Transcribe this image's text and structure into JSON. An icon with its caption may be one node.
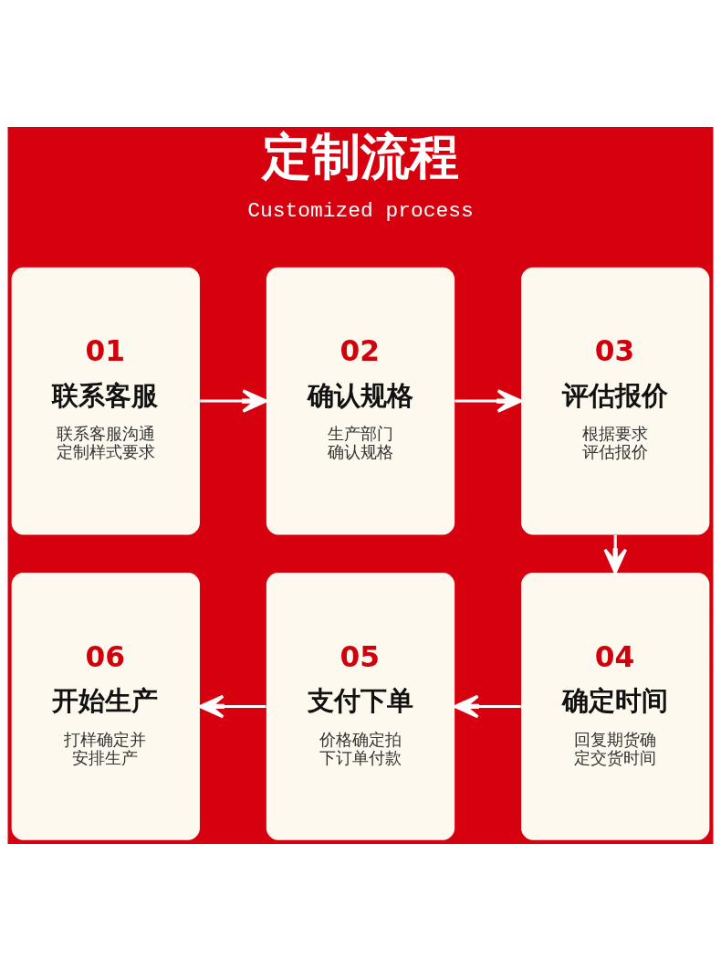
{
  "diagram": {
    "title": "定制流程",
    "nodes": [
      {
        "text": [
          "01",
          "联系客服",
          "联系客服沟通定制样式要求"
        ]
      },
      {
        "text": [
          "02",
          "确认规格",
          "生产部门确认规格"
        ]
      },
      {
        "text": [
          "03",
          "评估报价",
          "根据要求评估报价"
        ]
      },
      {
        "text": [
          "04",
          "确定时间",
          "回复期货确定交货时间"
        ]
      },
      {
        "text": [
          "05",
          "支付下单",
          "价格确定拍下订单付款"
        ]
      },
      {
        "text": [
          "06",
          "开始生产",
          "打样确定并安排生产"
        ]
      }
    ],
    "edges": [
      {
        "from": 0,
        "to": 1,
        "arrow": "to"
      },
      {
        "from": 1,
        "to": 2,
        "arrow": "to"
      },
      {
        "from": 2,
        "to": 3,
        "arrow": "to"
      },
      {
        "from": 3,
        "to": 4,
        "arrow": "to"
      },
      {
        "from": 4,
        "to": 5,
        "arrow": "to"
      }
    ],
    "labels": [
      "Customized process"
    ]
  }
}
